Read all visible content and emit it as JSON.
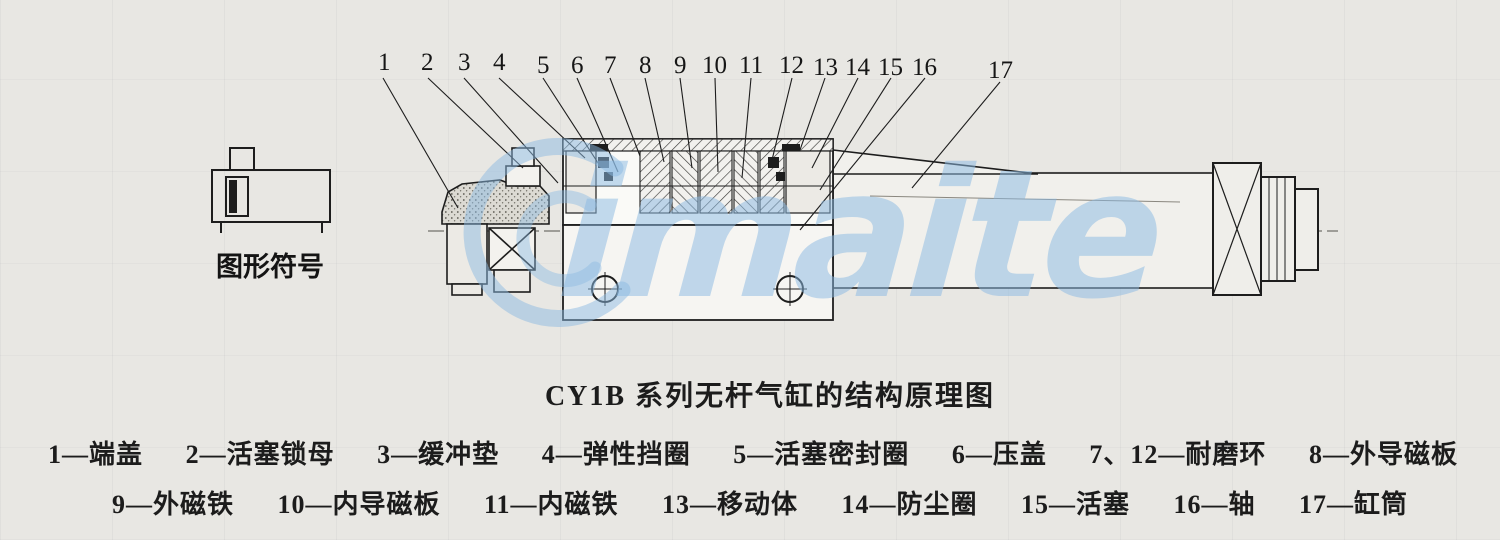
{
  "page": {
    "background": "#e8e7e3"
  },
  "watermark": {
    "text": "imaite",
    "color": "#8cbae2"
  },
  "symbol": {
    "label": "图形符号"
  },
  "title": "CY1B 系列无杆气缸的结构原理图",
  "callouts": [
    "1",
    "2",
    "3",
    "4",
    "5",
    "6",
    "7",
    "8",
    "9",
    "10",
    "11",
    "12",
    "13",
    "14",
    "15",
    "16",
    "17"
  ],
  "legend": {
    "row1": [
      "1—端盖",
      "2—活塞锁母",
      "3—缓冲垫",
      "4—弹性挡圈",
      "5—活塞密封圈",
      "6—压盖",
      "7、12—耐磨环",
      "8—外导磁板"
    ],
    "row2": [
      "9—外磁铁",
      "10—内导磁板",
      "11—内磁铁",
      "13—移动体",
      "14—防尘圈",
      "15—活塞",
      "16—轴",
      "17—缸筒"
    ]
  }
}
